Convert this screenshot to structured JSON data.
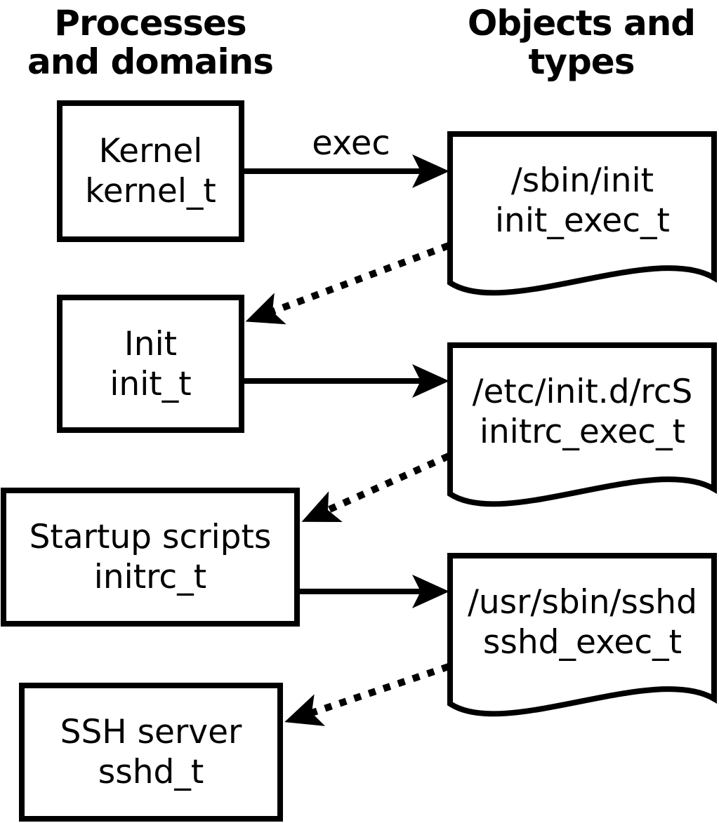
{
  "diagram": {
    "left_column_title": "Processes\nand domains",
    "right_column_title": "Objects and\ntypes",
    "exec_edge_label": "exec",
    "colors": {
      "ink": "#000000",
      "background": "#ffffff"
    },
    "processes": [
      {
        "name": "Kernel",
        "type": "kernel_t"
      },
      {
        "name": "Init",
        "type": "init_t"
      },
      {
        "name": "Startup scripts",
        "type": "initrc_t"
      },
      {
        "name": "SSH server",
        "type": "sshd_t"
      }
    ],
    "objects": [
      {
        "path": "/sbin/init",
        "type": "init_exec_t"
      },
      {
        "path": "/etc/init.d/rcS",
        "type": "initrc_exec_t"
      },
      {
        "path": "/usr/sbin/sshd",
        "type": "sshd_exec_t"
      }
    ]
  }
}
